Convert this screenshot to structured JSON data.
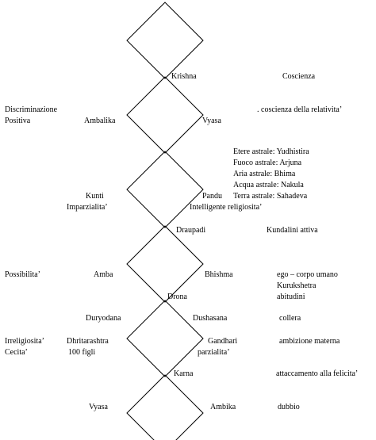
{
  "colors": {
    "background": "#ffffff",
    "text": "#000000",
    "line": "#000000"
  },
  "diamond_chain": {
    "count": 6
  },
  "labels": {
    "krishna": "Krishna",
    "coscienza": "Coscienza",
    "discriminazione": "Discriminazione",
    "positiva": "Positiva",
    "ambalika": "Ambalika",
    "vyasa_top": "Vyasa",
    "coscienza_relativita": ". coscienza della relativita’",
    "etere": "Etere astrale: Yudhistira",
    "fuoco": "Fuoco astrale: Arjuna",
    "aria": "Aria astrale: Bhima",
    "acqua": "Acqua astrale: Nakula",
    "terra": "Terra astrale: Sahadeva",
    "kunti": "Kunti",
    "imparzialita": "Imparzialita’",
    "pandu": "Pandu",
    "intelligente": "Intelligente religiosita’",
    "draupadi": "Draupadi",
    "kundalini": "Kundalini attiva",
    "possibilita": "Possibilita’",
    "amba": "Amba",
    "bhishma": "Bhishma",
    "ego": "ego – corpo umano",
    "kurukshetra": "Kurukshetra",
    "abitudini": "abitudini",
    "drona": "Drona",
    "duryodana": "Duryodana",
    "dushasana": "Dushasana",
    "collera": "collera",
    "irreligiosita": "Irreligiosita’",
    "cecita": "Cecita’",
    "dhritarashtra": "Dhritarashtra",
    "cento_figli": "100 figli",
    "gandhari": "Gandhari",
    "parzialita": "parzialita’",
    "ambizione": "ambizione materna",
    "karna": "Karna",
    "attaccamento": "attaccamento alla felicita’",
    "vyasa_bottom": "Vyasa",
    "ambika": "Ambika",
    "dubbio": "dubbio"
  }
}
